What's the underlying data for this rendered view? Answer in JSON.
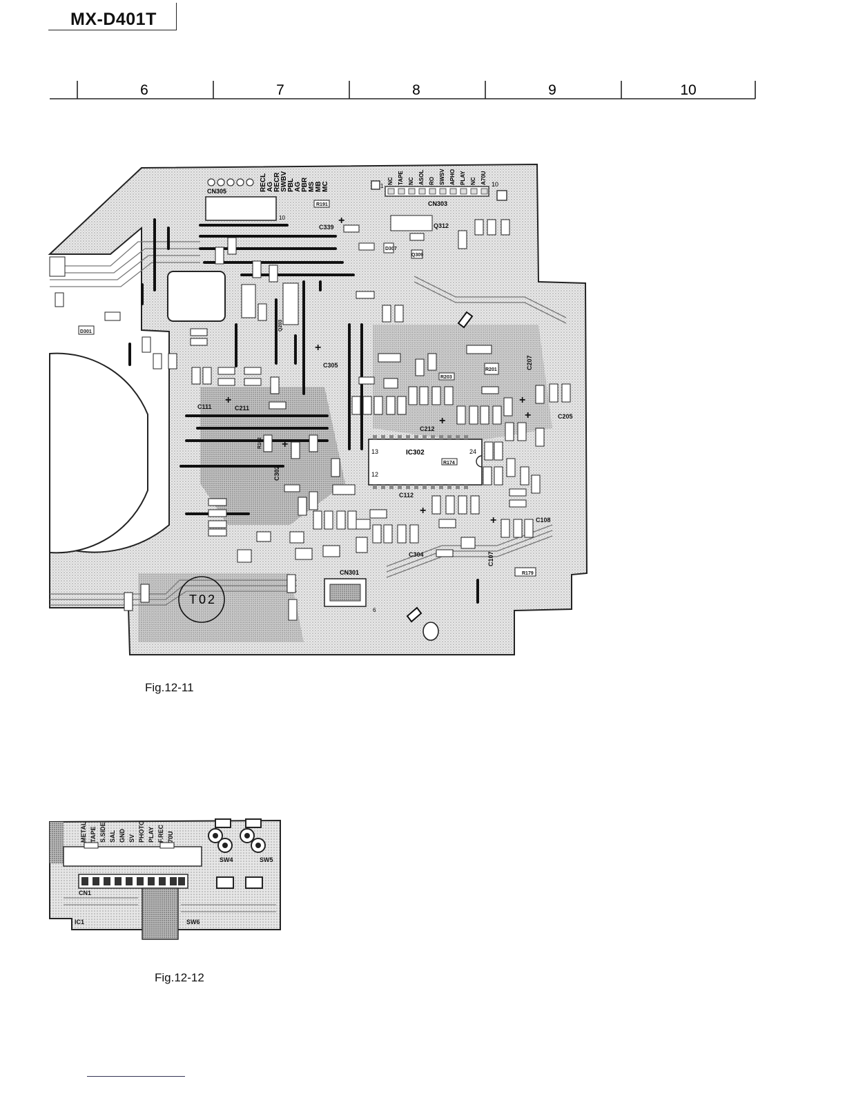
{
  "header": {
    "model": "MX-D401T"
  },
  "grid": {
    "columns": [
      "6",
      "7",
      "8",
      "9",
      "10"
    ]
  },
  "fig11": {
    "caption": "Fig.12-11",
    "connector_cn305": {
      "label": "CN305",
      "pins": [
        "RECL",
        "AG",
        "RECR",
        "SWBV",
        "PBL",
        "AG",
        "PBR",
        "MS",
        "MB",
        "MC"
      ],
      "pin_end": "10"
    },
    "connector_cn303": {
      "label": "CN303",
      "pins": [
        "NC",
        "TAPE",
        "NC",
        "ASOL",
        "RO",
        "SWSV",
        "APHO",
        "PLAY",
        "NC",
        "A70U"
      ],
      "pin_start": "1",
      "pin_end": "10"
    },
    "ic": {
      "label": "IC302",
      "pin_left_top": "13",
      "pin_left_bottom": "12",
      "pin_right_top": "24"
    },
    "cn301": {
      "label": "CN301",
      "pin_end": "6"
    },
    "t02": "T02",
    "refs": [
      "C339",
      "Q312",
      "C305",
      "C212",
      "C207",
      "C205",
      "C211",
      "C111",
      "C112",
      "C108",
      "C107",
      "C304",
      "C302",
      "R191",
      "R102",
      "R174",
      "R179",
      "D301",
      "D307",
      "Q309",
      "Q203",
      "R201",
      "R203"
    ]
  },
  "fig12": {
    "caption": "Fig.12-12",
    "pins": [
      "METAL",
      "TAPE",
      "S.SIDE",
      "SAL",
      "GND",
      "SV",
      "PHOTO",
      "PLAY",
      "F.REC",
      "70U"
    ],
    "refs": {
      "cn": "CN1",
      "ic": "IC1",
      "sw4": "SW4",
      "sw5": "SW5",
      "sw6": "SW6"
    }
  }
}
